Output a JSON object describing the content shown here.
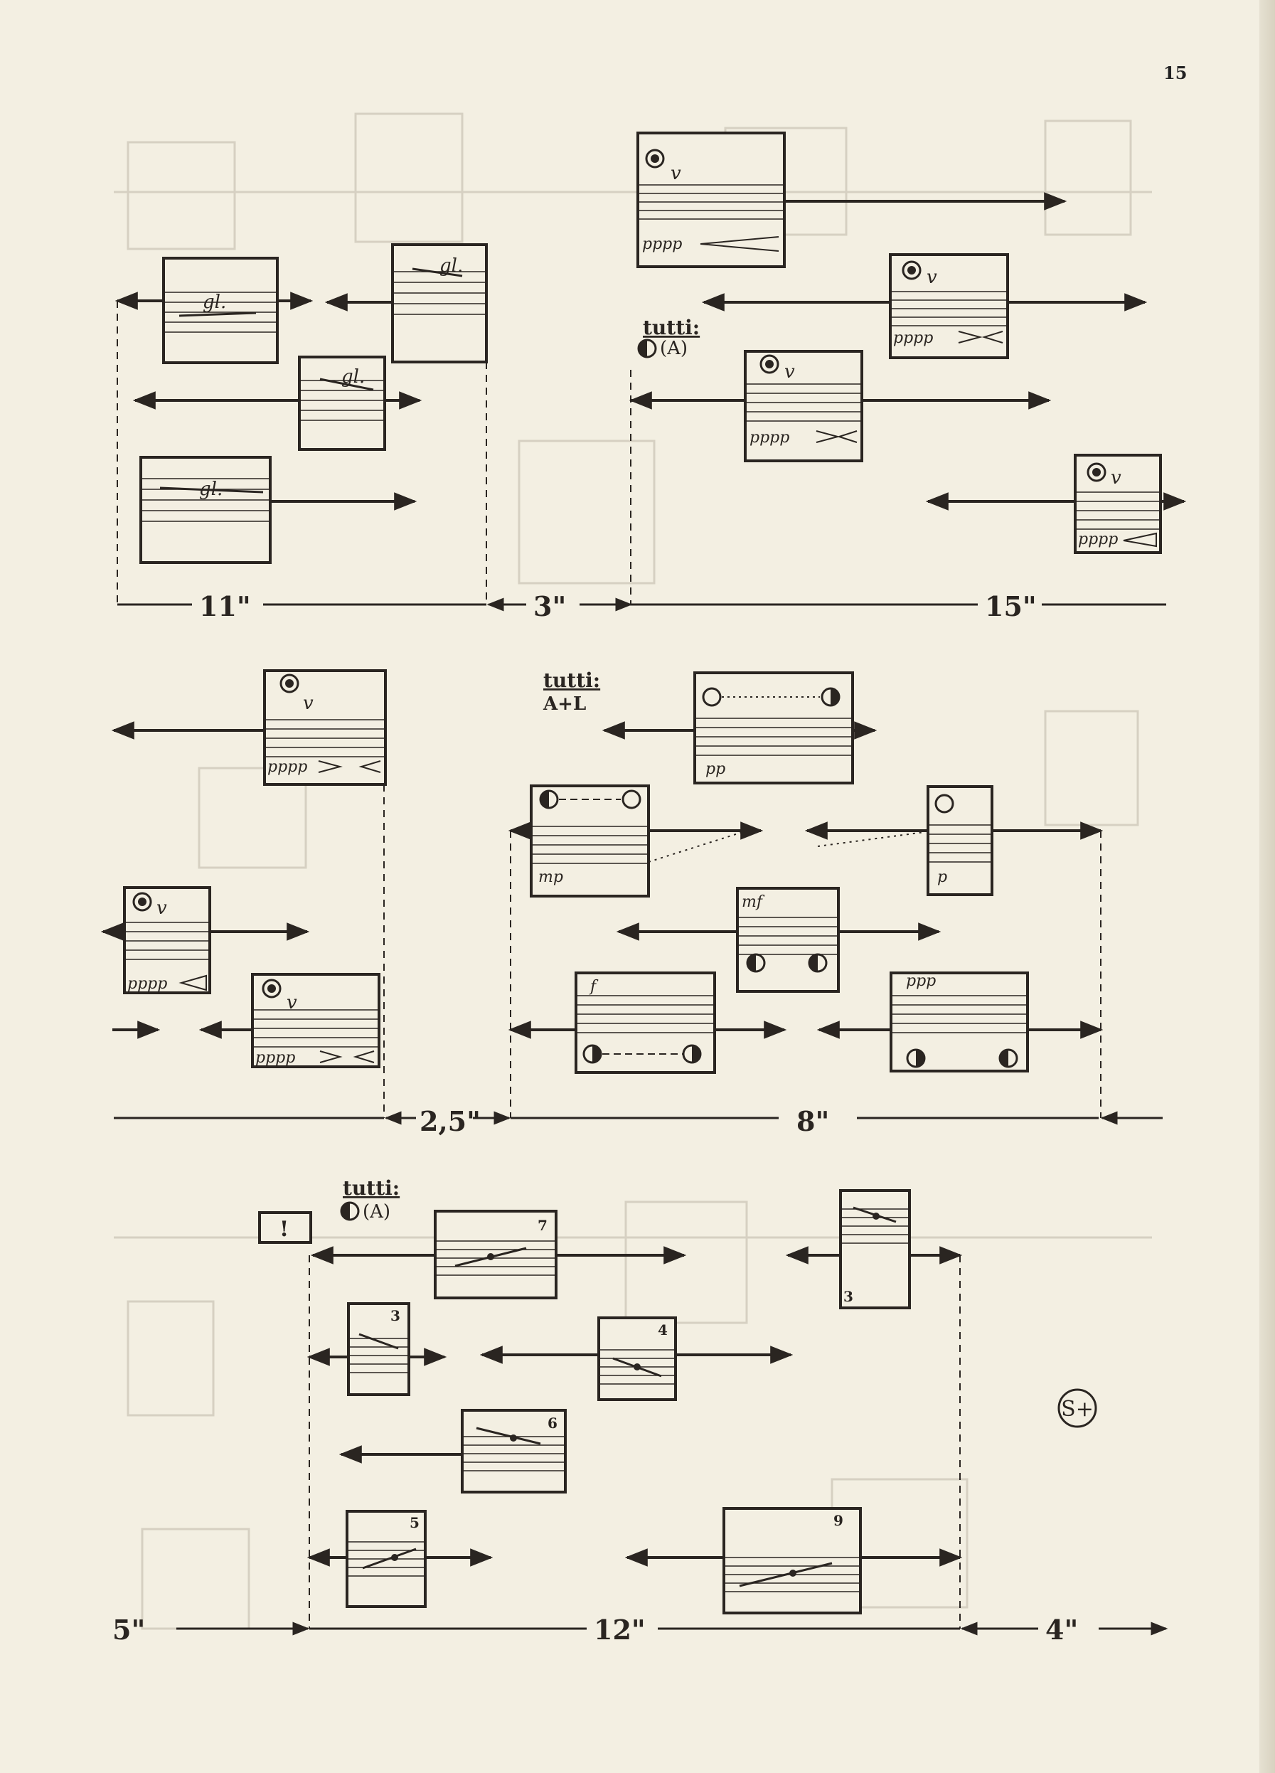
{
  "page": {
    "number": "15"
  },
  "colors": {
    "ink": "#2a2521",
    "paper": "#f3efe2",
    "bleed": "#d6d0c2"
  },
  "system1": {
    "durations": {
      "d1": "11\"",
      "d2": "3\"",
      "d3": "15\""
    },
    "tutti": {
      "label": "tutti:",
      "instruction": "(A)"
    },
    "boxes": [
      {
        "mark": "gl."
      },
      {
        "mark": "gl."
      },
      {
        "mark": "gl."
      },
      {
        "mark": "gl."
      },
      {
        "bowing": "v",
        "dynamic": "pppp"
      },
      {
        "bowing": "v",
        "dynamic": "pppp"
      },
      {
        "bowing": "v",
        "dynamic": "pppp"
      },
      {
        "bowing": "v",
        "dynamic": "pppp"
      }
    ]
  },
  "system2": {
    "durations": {
      "d1": "2,5\"",
      "d2": "8\""
    },
    "tutti": {
      "label": "tutti:",
      "instruction": "A+L"
    },
    "boxes": [
      {
        "bowing": "v",
        "dynamic": "pppp"
      },
      {
        "bowing": "v",
        "dynamic": "pppp"
      },
      {
        "bowing": "v",
        "dynamic": "pppp"
      },
      {
        "dynamic": "pp"
      },
      {
        "dynamic": "mp"
      },
      {
        "dynamic": "p"
      },
      {
        "dynamic": "mf"
      },
      {
        "dynamic": "f"
      },
      {
        "dynamic": "ppp"
      }
    ]
  },
  "system3": {
    "durations": {
      "d1": "5\"",
      "d2": "12\"",
      "d3": "4\""
    },
    "tutti": {
      "label": "tutti:",
      "instruction": "(A)"
    },
    "exclamation": "!",
    "boxes": [
      {
        "number": "7"
      },
      {
        "number": "3"
      },
      {
        "number": "3"
      },
      {
        "number": "4"
      },
      {
        "number": "6"
      },
      {
        "number": "5"
      },
      {
        "number": "9"
      }
    ],
    "symbol": "S+"
  }
}
